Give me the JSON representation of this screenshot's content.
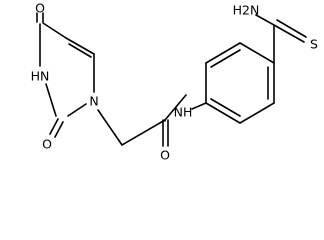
{
  "molecule": {
    "atom_labels": {
      "o_c4": "O",
      "nh_n3": "HN",
      "o_c2": "O",
      "n_n1": "N",
      "nh_amide": "NH",
      "o_amide": "O",
      "nh2_thioamide": "H2N",
      "s_thioamide": "S"
    }
  }
}
